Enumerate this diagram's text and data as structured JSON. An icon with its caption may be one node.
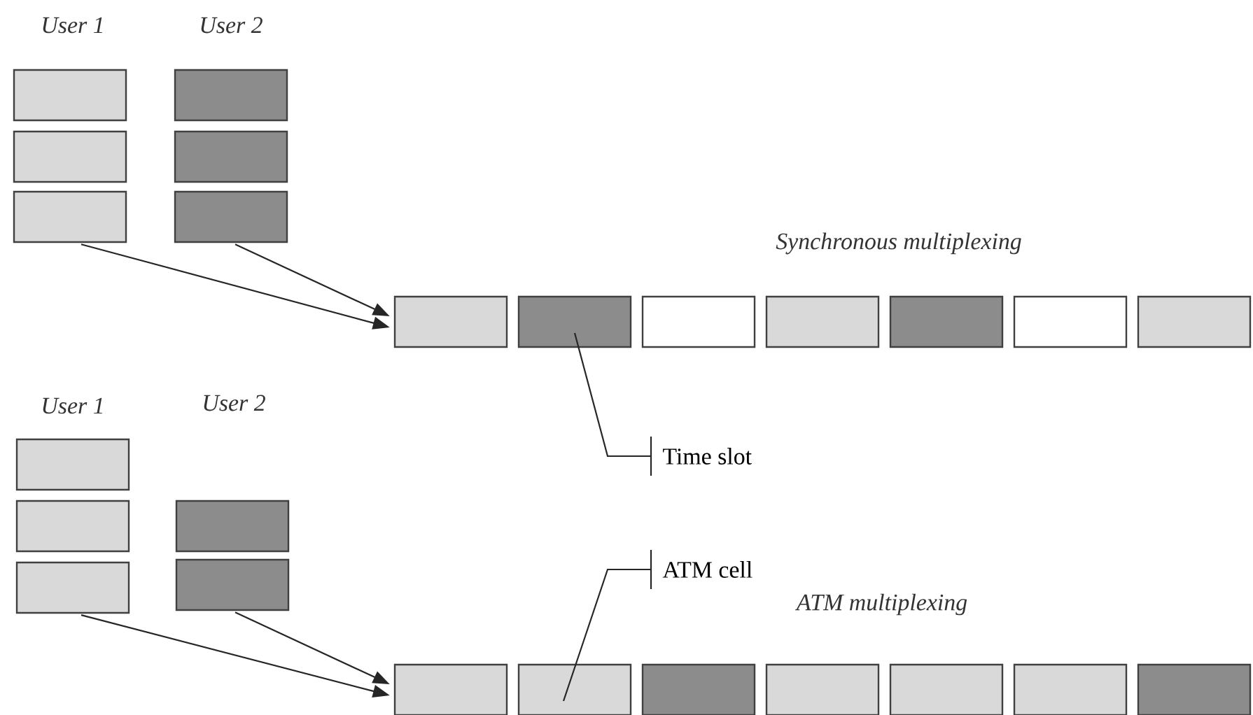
{
  "diagram": {
    "nodes": [
      {
        "text": [],
        "shape": "box"
      },
      {
        "text": [],
        "shape": "box"
      },
      {
        "text": [],
        "shape": "box"
      },
      {
        "text": [],
        "shape": "box"
      },
      {
        "text": [],
        "shape": "box"
      },
      {
        "text": [],
        "shape": "box"
      },
      {
        "text": [],
        "shape": "box"
      },
      {
        "text": [],
        "shape": "box"
      },
      {
        "text": [],
        "shape": "box"
      },
      {
        "text": [],
        "shape": "box"
      },
      {
        "text": [],
        "shape": "box"
      },
      {
        "text": [],
        "shape": "box"
      },
      {
        "text": [],
        "shape": "box"
      },
      {
        "text": [
          "Time slot"
        ]
      },
      {
        "text": [
          "ATM cell"
        ]
      },
      {
        "text": [],
        "shape": "box"
      },
      {
        "text": [],
        "shape": "box"
      },
      {
        "text": [],
        "shape": "box"
      },
      {
        "text": [],
        "shape": "box"
      },
      {
        "text": [],
        "shape": "box"
      },
      {
        "text": [],
        "shape": "box"
      },
      {
        "text": [],
        "shape": "box"
      },
      {
        "text": [],
        "shape": "box"
      },
      {
        "text": [],
        "shape": "box"
      },
      {
        "text": [],
        "shape": "box"
      },
      {
        "text": [],
        "shape": "box"
      },
      {
        "text": [],
        "shape": "box"
      }
    ],
    "edges": [
      {
        "from": 2,
        "to": 6,
        "arrow": "to"
      },
      {
        "from": 5,
        "to": 6,
        "arrow": "to"
      },
      {
        "from": 13,
        "to": 7,
        "arrow": "none"
      },
      {
        "from": 14,
        "to": 21,
        "arrow": "none"
      },
      {
        "from": 17,
        "to": 20,
        "arrow": "to"
      },
      {
        "from": 19,
        "to": 20,
        "arrow": "to"
      }
    ],
    "labels": [
      "User 1",
      "User 2",
      "Synchronous multiplexing",
      "User 1",
      "User 2",
      "ATM multiplexing"
    ]
  }
}
